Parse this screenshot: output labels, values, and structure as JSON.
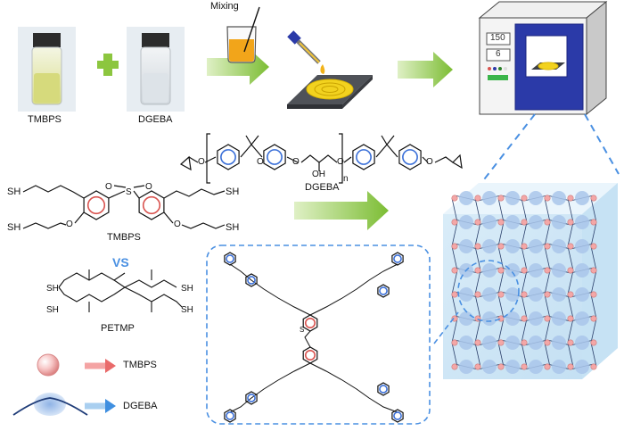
{
  "reactants": {
    "vial_left": "TMBPS",
    "vial_right": "DGEBA",
    "plus": "+"
  },
  "process": {
    "mixing": "Mixing"
  },
  "oven": {
    "display_top": "150",
    "display_bottom": "6"
  },
  "dgeba_structure": {
    "name": "DGEBA",
    "repeat": "n",
    "oh": "OH",
    "o_atom": "O"
  },
  "tmbps_structure": {
    "name": "TMBPS",
    "sh": "SH",
    "s": "S",
    "o": "O"
  },
  "comparison": {
    "vs": "VS",
    "petmp": "PETMP"
  },
  "legend": {
    "tmbps": "TMBPS",
    "dgeba": "DGEBA"
  },
  "colors": {
    "arrow_green": "#8cc63f",
    "oven_blue": "#2b3aa8",
    "dashed_blue": "#4a90e2",
    "network_node": "#a9c6ea",
    "crosslink_pink": "#f3a7a7",
    "benzene_blue": "#3a6fd8",
    "benzene_red": "#d9534f"
  }
}
